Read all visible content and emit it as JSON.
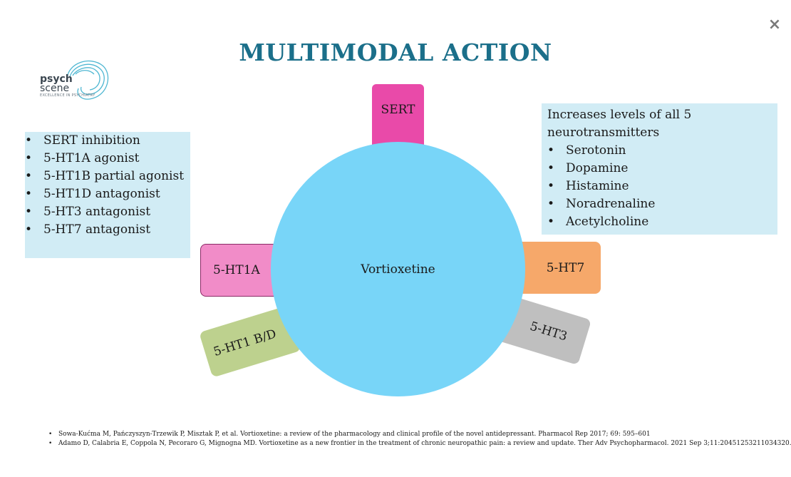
{
  "header": {
    "title": "MULTIMODAL ACTION",
    "close_label": "×"
  },
  "logo": {
    "line1": "psych",
    "line2": "scene",
    "tagline": "EXCELLENCE IN PSYCHIATRY"
  },
  "left_panel": {
    "items": [
      "SERT inhibition",
      "5-HT1A agonist",
      "5-HT1B partial agonist",
      "5-HT1D antagonist",
      "5-HT3 antagonist",
      "5-HT7 antagonist"
    ]
  },
  "right_panel": {
    "heading": "Increases levels of all 5 neurotransmitters",
    "items": [
      "Serotonin",
      "Dopamine",
      "Histamine",
      "Noradrenaline",
      "Acetylcholine"
    ]
  },
  "diagram": {
    "center": "Vortioxetine",
    "targets": {
      "sert": "SERT",
      "ht1a": "5-HT1A",
      "ht1bd": "5-HT1 B/D",
      "ht7": "5-HT7",
      "ht3": "5-HT3"
    },
    "colors": {
      "center": "#78d5f8",
      "sert": "#e94aa9",
      "ht1a": "#f18cc8",
      "ht1bd": "#bdd18e",
      "ht7": "#f6a86a",
      "ht3": "#bfbfbf",
      "title": "#1b6f8a",
      "panel": "#d1ecf5"
    }
  },
  "references": [
    "Sowa-Kućma M, Pańczyszyn-Trzewik P, Misztak P, et al. Vortioxetine: a review of the pharmacology and clinical profile of the novel antidepressant. Pharmacol Rep 2017; 69: 595–601",
    "Adamo D, Calabria E, Coppola N, Pecoraro G, Mignogna MD. Vortioxetine as a new frontier in the treatment of chronic neuropathic pain: a review and update. Ther Adv Psychopharmacol. 2021 Sep 3;11:20451253211034320."
  ]
}
